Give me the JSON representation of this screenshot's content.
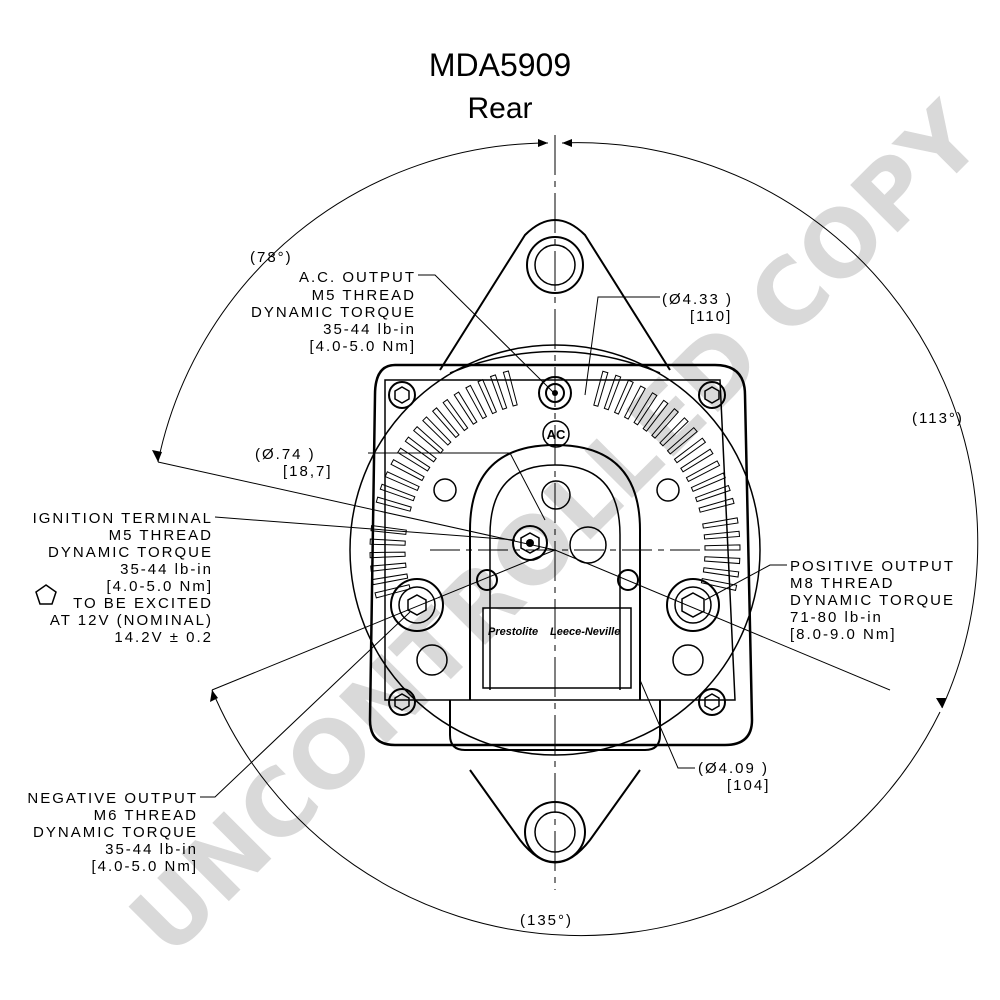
{
  "header": {
    "title": "MDA5909",
    "subtitle": "Rear"
  },
  "watermark": "UNCONTROLLED COPY",
  "angles": {
    "a78": "(78°)",
    "a113": "(113°)",
    "a135": "(135°)"
  },
  "ac_output": {
    "l1": "A.C. OUTPUT",
    "l2": "M5 THREAD",
    "l3": "DYNAMIC TORQUE",
    "l4": "35-44 lb-in",
    "l5": "[4.0-5.0 Nm]"
  },
  "dia_433": {
    "l1": "(Ø4.33 )",
    "l2": "[110]"
  },
  "dia_074": {
    "l1": "(Ø.74    )",
    "l2": "[18,7]"
  },
  "ignition": {
    "l1": "IGNITION TERMINAL",
    "l2": "M5 THREAD",
    "l3": "DYNAMIC TORQUE",
    "l4": "35-44 lb-in",
    "l5": "[4.0-5.0 Nm]",
    "l6": "TO BE EXCITED",
    "l7": "AT 12V (NOMINAL)",
    "l8": "14.2V ± 0.2"
  },
  "positive": {
    "l1": "POSITIVE OUTPUT",
    "l2": "M8 THREAD",
    "l3": "DYNAMIC TORQUE",
    "l4": "71-80 lb-in",
    "l5": "[8.0-9.0 Nm]"
  },
  "dia_409": {
    "l1": "(Ø4.09 )",
    "l2": "[104]"
  },
  "negative": {
    "l1": "NEGATIVE OUTPUT",
    "l2": "M6 THREAD",
    "l3": "DYNAMIC TORQUE",
    "l4": "35-44 lb-in",
    "l5": "[4.0-5.0 Nm]"
  },
  "terminal_ac": "AC",
  "brand": {
    "left": "Prestolite",
    "right": "Leece-Neville"
  }
}
